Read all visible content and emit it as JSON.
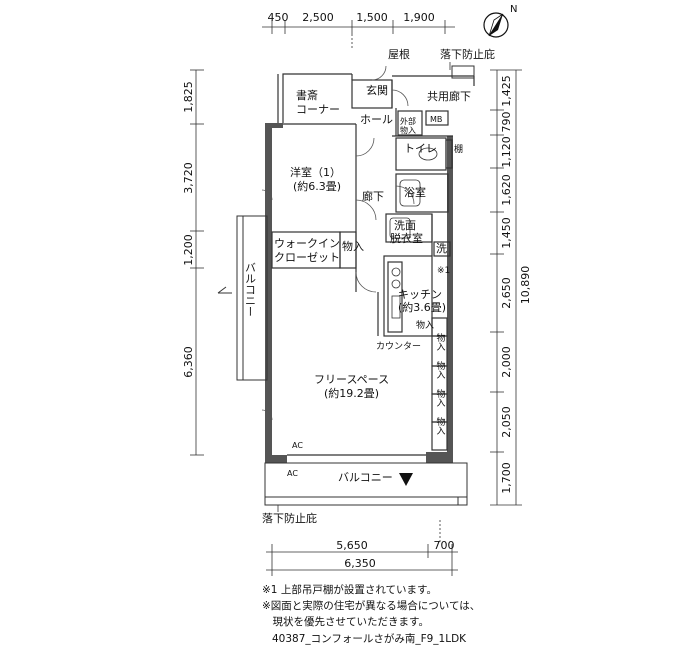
{
  "plan": {
    "top_dimensions": [
      "450",
      "2,500",
      "1,500",
      "1,900"
    ],
    "left_dimensions": [
      "1,825",
      "3,720",
      "1,200",
      "6,360"
    ],
    "right_dimensions_inner": [
      "1,425",
      "790",
      "1,120",
      "1,620",
      "1,450",
      "2,650",
      "2,000",
      "2,050",
      "1,700"
    ],
    "right_dimension_total": "10,890",
    "bottom_dimensions": [
      "5,650",
      "700"
    ],
    "bottom_dimension_total": "6,350",
    "compass_label": "N",
    "labels": {
      "roof": "屋根",
      "fall_prevention_top": "落下防止庇",
      "fall_prevention_bottom": "落下防止庇",
      "study_corner_line1": "書斎",
      "study_corner_line2": "コーナー",
      "entrance": "玄関",
      "common_corridor": "共用廊下",
      "hall": "ホール",
      "outside_storage_line1": "外部",
      "outside_storage_line2": "物入",
      "mb": "MB",
      "toilet": "トイレ",
      "shelf": "棚",
      "western_room_line1": "洋室（1）",
      "western_room_line2": "(約6.3畳)",
      "corridor": "廊下",
      "bathroom": "浴室",
      "washroom_line1": "洗面",
      "washroom_line2": "脱衣室",
      "wash": "洗",
      "walkin_line1": "ウォークイン",
      "walkin_line2": "クローゼット",
      "storage": "物入",
      "note_mark": "※1",
      "kitchen_line1": "キッチン",
      "kitchen_line2": "(約3.6畳)",
      "kitchen_storage": "物入",
      "counter": "カウンター",
      "balcony_left": "バルコニー",
      "free_space_line1": "フリースペース",
      "free_space_line2": "(約19.2畳)",
      "ac": "AC",
      "balcony_bottom": "バルコニー"
    }
  },
  "notes": [
    "※1 上部吊戸棚が設置されています。",
    "※図面と実際の住宅が異なる場合については、",
    "　現状を優先させていただきます。"
  ],
  "listing_code": "40387_コンフォールさがみ南_F9_1LDK"
}
